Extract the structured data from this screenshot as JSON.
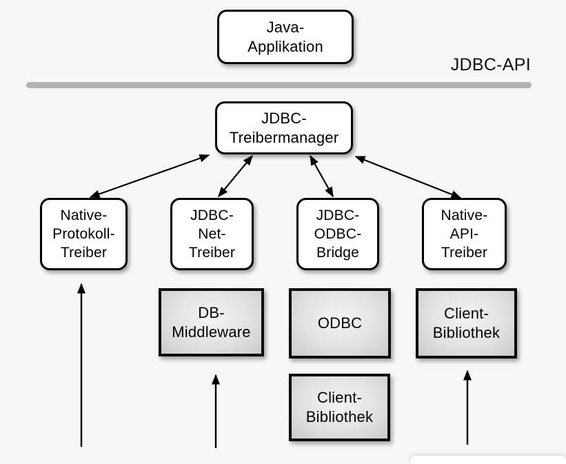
{
  "colors": {
    "background": "#f7f7f7",
    "box_border": "#000000",
    "box_fill": "#ffffff",
    "gray_box_fill_light": "#f4f4f4",
    "gray_box_fill_dark": "#cbcbcb",
    "divider_line": "#b2b2b5",
    "arrow": "#000000",
    "text": "#000000"
  },
  "api_label": "JDBC-API",
  "nodes": {
    "java_app": {
      "lines": [
        "Java-",
        "Applikation"
      ]
    },
    "treibermanager": {
      "lines": [
        "JDBC-",
        "Treibermanager"
      ]
    },
    "native_protokoll": {
      "lines": [
        "Native-",
        "Protokoll-",
        "Treiber"
      ]
    },
    "jdbc_net": {
      "lines": [
        "JDBC-",
        "Net-",
        "Treiber"
      ]
    },
    "jdbc_odbc": {
      "lines": [
        "JDBC-",
        "ODBC-",
        "Bridge"
      ]
    },
    "native_api": {
      "lines": [
        "Native-",
        "API-",
        "Treiber"
      ]
    },
    "db_middleware": {
      "lines": [
        "DB-",
        "Middleware"
      ]
    },
    "odbc": {
      "lines": [
        "ODBC"
      ]
    },
    "client_bibliothek_mid": {
      "lines": [
        "Client-",
        "Bibliothek"
      ]
    },
    "client_bibliothek_right": {
      "lines": [
        "Client-",
        "Bibliothek"
      ]
    }
  }
}
